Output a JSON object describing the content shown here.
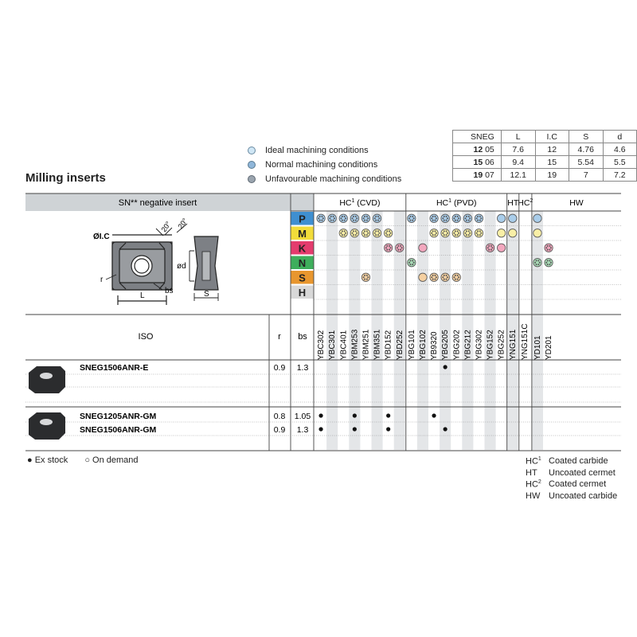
{
  "title": "Milling inserts",
  "legend": [
    {
      "label": "Ideal machining conditions",
      "icon": "ideal-circle-icon"
    },
    {
      "label": "Normal machining conditions",
      "icon": "normal-circle-icon"
    },
    {
      "label": "Unfavourable machining conditions",
      "icon": "unfavourable-circle-icon"
    }
  ],
  "dims": {
    "headers": [
      "SNEG",
      "L",
      "I.C",
      "S",
      "d"
    ],
    "rows": [
      {
        "size": "12",
        "sub": "05",
        "L": "7.6",
        "IC": "12",
        "S": "4.76",
        "d": "4.6"
      },
      {
        "size": "15",
        "sub": "06",
        "L": "9.4",
        "IC": "15",
        "S": "5.54",
        "d": "5.5"
      },
      {
        "size": "19",
        "sub": "07",
        "L": "12.1",
        "IC": "19",
        "S": "7",
        "d": "7.2"
      }
    ]
  },
  "insert_header": "SN** negative insert",
  "drawing_labels": {
    "ic": "ØI.C",
    "angle1": "20°",
    "angle2": "20°",
    "r": "r",
    "bs": "bs",
    "L": "L",
    "d": "ød",
    "S": "S"
  },
  "groups": [
    {
      "label": "HC",
      "sup": "1",
      "suffix": " (CVD)"
    },
    {
      "label": "HC",
      "sup": "1",
      "suffix": " (PVD)"
    },
    {
      "label": "HT",
      "sup": "",
      "suffix": ""
    },
    {
      "label": "HC",
      "sup": "2",
      "suffix": ""
    },
    {
      "label": "HW",
      "sup": "",
      "suffix": ""
    }
  ],
  "materials": [
    {
      "letter": "P",
      "color": "#3f8fd0"
    },
    {
      "letter": "M",
      "color": "#f2dc3a"
    },
    {
      "letter": "K",
      "color": "#e43c6e"
    },
    {
      "letter": "N",
      "color": "#3eae5c"
    },
    {
      "letter": "S",
      "color": "#e8962e"
    },
    {
      "letter": "H",
      "color": "#d8d8d8"
    }
  ],
  "grades": [
    "YBC302",
    "YBC301",
    "YBC401",
    "YBM253",
    "YBM251",
    "YBM351",
    "YBD152",
    "YBD252",
    "YBG101",
    "YBG102",
    "YB9320",
    "YBG205",
    "YBG202",
    "YBG212",
    "YBG302",
    "YBG152",
    "YBG252",
    "YNG151",
    "YNG151C",
    "YD101",
    "YD201"
  ],
  "suitability": {
    "P": [
      [
        "YBC302",
        "normal"
      ],
      [
        "YBC301",
        "normal"
      ],
      [
        "YBC401",
        "normal"
      ],
      [
        "YBM253",
        "normal"
      ],
      [
        "YBM251",
        "normal"
      ],
      [
        "YBM351",
        "normal"
      ],
      [
        "YBG101",
        "normal"
      ],
      [
        "YB9320",
        "normal"
      ],
      [
        "YBG205",
        "normal"
      ],
      [
        "YBG202",
        "normal"
      ],
      [
        "YBG212",
        "normal"
      ],
      [
        "YBG302",
        "normal"
      ],
      [
        "YBG252",
        "ideal"
      ],
      [
        "YNG151",
        "ideal"
      ],
      [
        "YD101",
        "ideal"
      ]
    ],
    "M": [
      [
        "YBC401",
        "normal"
      ],
      [
        "YBM253",
        "normal"
      ],
      [
        "YBM251",
        "normal"
      ],
      [
        "YBM351",
        "normal"
      ],
      [
        "YBD152",
        "normal"
      ],
      [
        "YB9320",
        "normal"
      ],
      [
        "YBG205",
        "normal"
      ],
      [
        "YBG202",
        "normal"
      ],
      [
        "YBG212",
        "normal"
      ],
      [
        "YBG302",
        "normal"
      ],
      [
        "YBG252",
        "ideal"
      ],
      [
        "YNG151",
        "ideal"
      ],
      [
        "YD101",
        "ideal"
      ]
    ],
    "K": [
      [
        "YBD152",
        "normal"
      ],
      [
        "YBD252",
        "normal"
      ],
      [
        "YBG102",
        "ideal"
      ],
      [
        "YBG152",
        "normal"
      ],
      [
        "YBG252",
        "ideal"
      ],
      [
        "YD201",
        "normal"
      ]
    ],
    "N": [
      [
        "YBG101",
        "normal"
      ],
      [
        "YD101",
        "normal"
      ],
      [
        "YD201",
        "normal"
      ]
    ],
    "S": [
      [
        "YBM251",
        "normal"
      ],
      [
        "YBG102",
        "ideal"
      ],
      [
        "YB9320",
        "normal"
      ],
      [
        "YBG205",
        "normal"
      ],
      [
        "YBG202",
        "normal"
      ]
    ],
    "H": []
  },
  "table_headers": {
    "iso": "ISO",
    "r": "r",
    "bs": "bs"
  },
  "products": [
    {
      "iso": "SNEG1506ANR-E",
      "r": "0.9",
      "bs": "1.3",
      "stock": {
        "YBG205": "●"
      }
    },
    {
      "iso": "SNEG1205ANR-GM",
      "r": "0.8",
      "bs": "1.05",
      "stock": {
        "YBC302": "●",
        "YBM253": "●",
        "YBD152": "●",
        "YB9320": "●"
      }
    },
    {
      "iso": "SNEG1506ANR-GM",
      "r": "0.9",
      "bs": "1.3",
      "stock": {
        "YBC302": "●",
        "YBM253": "●",
        "YBD152": "●",
        "YBG205": "●"
      }
    }
  ],
  "footer": {
    "ex_stock": "● Ex stock",
    "on_demand": "○ On demand"
  },
  "abbreviations": [
    {
      "key": "HC",
      "sup": "1",
      "text": "Coated carbide"
    },
    {
      "key": "HT",
      "sup": "",
      "text": "Uncoated cermet"
    },
    {
      "key": "HC",
      "sup": "2",
      "text": "Coated cermet"
    },
    {
      "key": "HW",
      "sup": "",
      "text": "Uncoated carbide"
    }
  ]
}
